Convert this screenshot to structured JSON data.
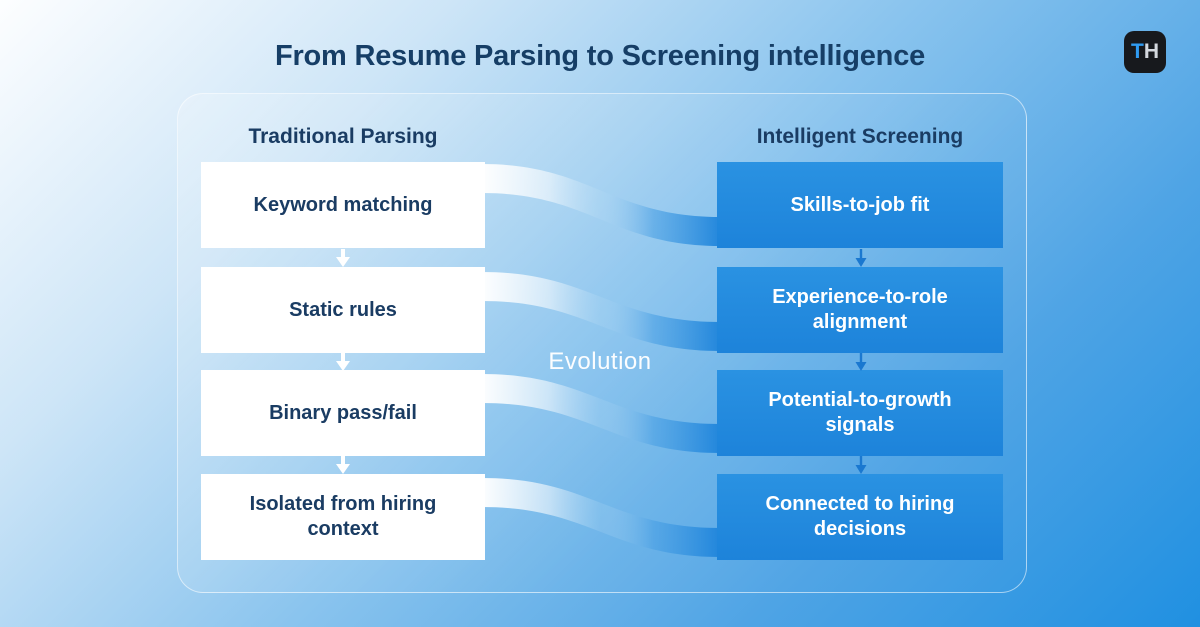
{
  "page": {
    "title": "From Resume Parsing to Screening intelligence"
  },
  "logo": {
    "letter_t": "T",
    "letter_h": "H"
  },
  "flow": {
    "center_label": "Evolution",
    "left": {
      "header": "Traditional Parsing",
      "items": [
        "Keyword matching",
        "Static rules",
        "Binary pass/fail",
        "Isolated from hiring context"
      ]
    },
    "right": {
      "header": "Intelligent Screening",
      "items": [
        "Skills-to-job fit",
        "Experience-to-role alignment",
        "Potential-to-growth signals",
        "Connected to hiring decisions"
      ]
    }
  },
  "colors": {
    "background_start": "#fdfeff",
    "background_end": "#2090e1",
    "accent_blue_box": "#2089dd",
    "navy_text": "#1a3c63",
    "title_text": "#163e66",
    "left_arrow": "#ffffff",
    "right_arrow": "#1a78d0",
    "logo_background": "#17191d",
    "logo_t_blue": "#2f9bf1"
  }
}
